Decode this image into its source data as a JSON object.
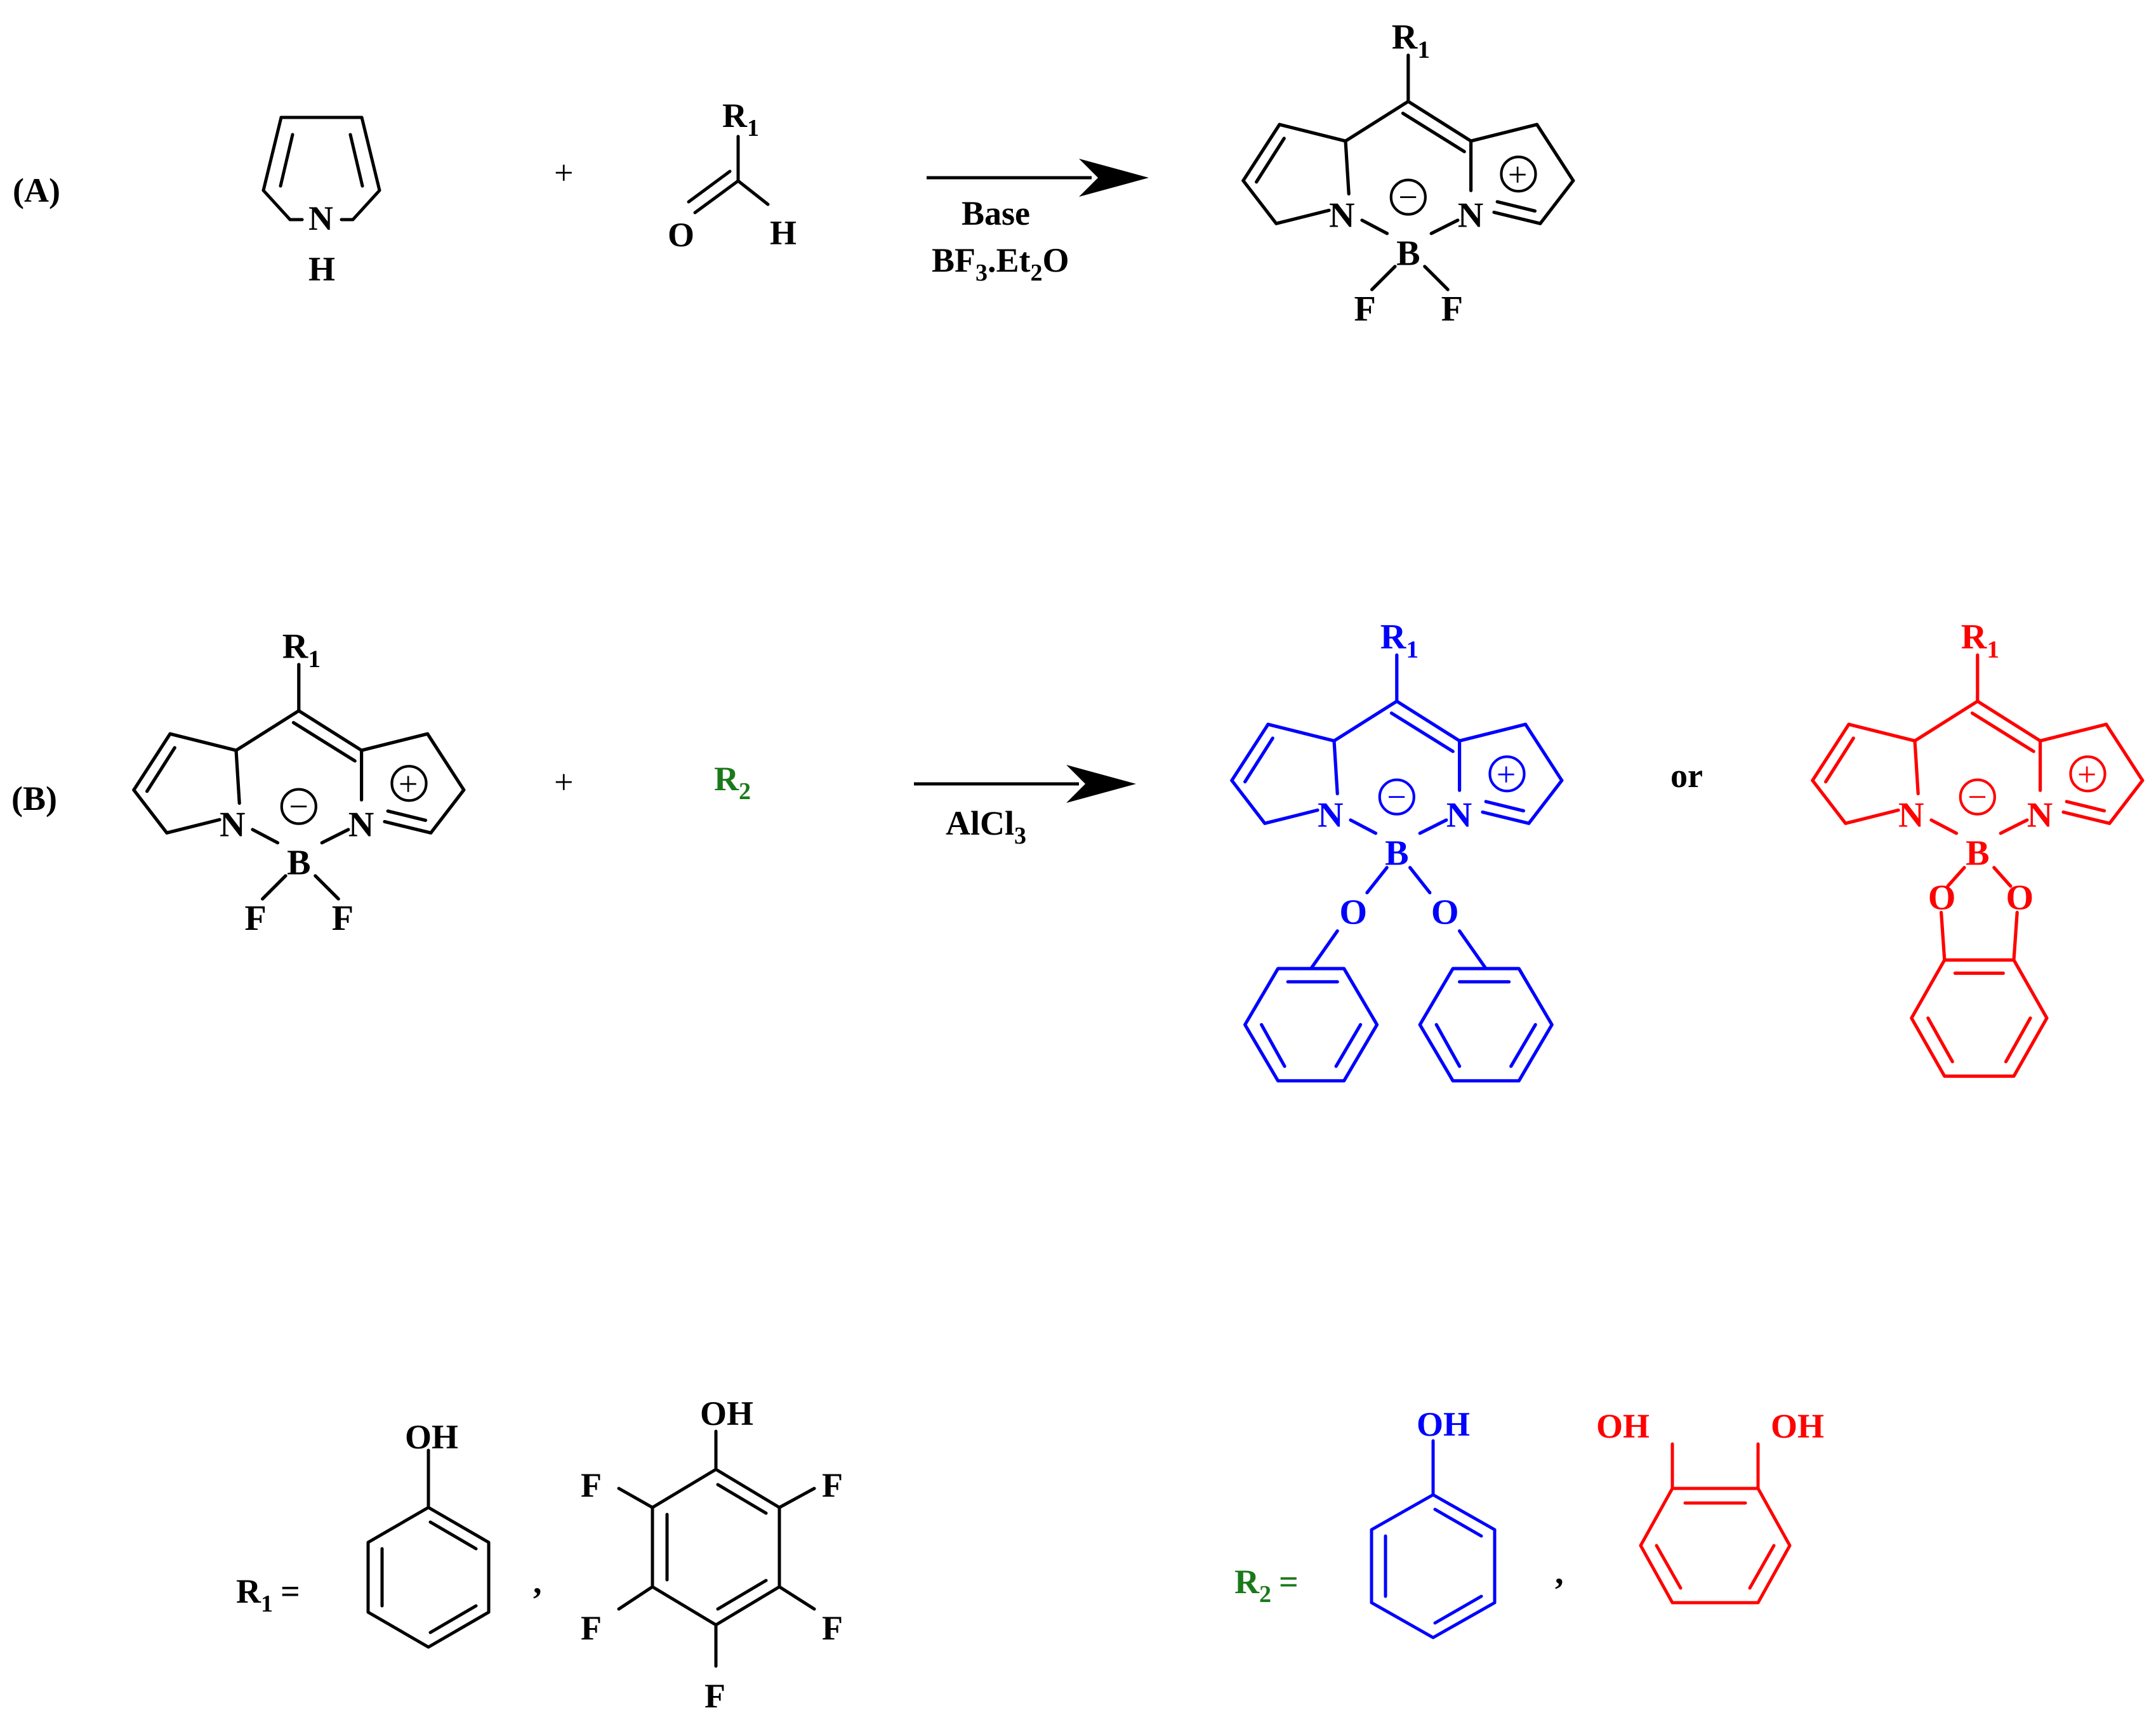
{
  "scheme_a": {
    "label": "(A)",
    "plus": "+",
    "pyrrole": {
      "n": "N",
      "h": "H"
    },
    "aldehyde": {
      "r": "R",
      "r_sub": "1",
      "o": "O",
      "h": "H"
    },
    "arrow": {
      "line1": "Base",
      "line2": {
        "bf": "BF",
        "sub3": "3",
        "dot": ".",
        "et": "Et",
        "sub2": "2",
        "o": "O"
      }
    },
    "product": {
      "r": "R",
      "r_sub": "1",
      "n_left": "N",
      "n_right": "N",
      "b": "B",
      "f1": "F",
      "f2": "F",
      "minus": "−",
      "plus": "+"
    }
  },
  "scheme_b": {
    "label": "(B)",
    "plus": "+",
    "reactant": {
      "r": "R",
      "r_sub": "1",
      "n_left": "N",
      "n_right": "N",
      "b": "B",
      "f1": "F",
      "f2": "F",
      "minus": "−",
      "plus": "+"
    },
    "r2": {
      "r": "R",
      "sub": "2"
    },
    "arrow": {
      "reagent": "AlCl",
      "reagent_sub": "3"
    },
    "product_phenoxy": {
      "r": "R",
      "r_sub": "1",
      "n_left": "N",
      "n_right": "N",
      "b": "B",
      "o1": "O",
      "o2": "O",
      "minus": "−",
      "plus": "+"
    },
    "or": "or",
    "product_catechol": {
      "r": "R",
      "r_sub": "1",
      "n_left": "N",
      "n_right": "N",
      "b": "B",
      "o1": "O",
      "o2": "O",
      "minus": "−",
      "plus": "+"
    }
  },
  "definitions": {
    "r1": {
      "r": "R",
      "sub": "1",
      "eq": "=",
      "comma": ",",
      "phenol_oh": "OH",
      "pf_oh": "OH",
      "pf_f": [
        "F",
        "F",
        "F",
        "F",
        "F"
      ]
    },
    "r2": {
      "r": "R",
      "sub": "2",
      "eq": "=",
      "comma": ",",
      "phenol_oh": "OH",
      "catechol_oh1": "OH",
      "catechol_oh2": "OH"
    }
  },
  "colors": {
    "black": "#000000",
    "blue": "#0000ff",
    "red": "#ff0000",
    "green": "#1a7a1a"
  }
}
